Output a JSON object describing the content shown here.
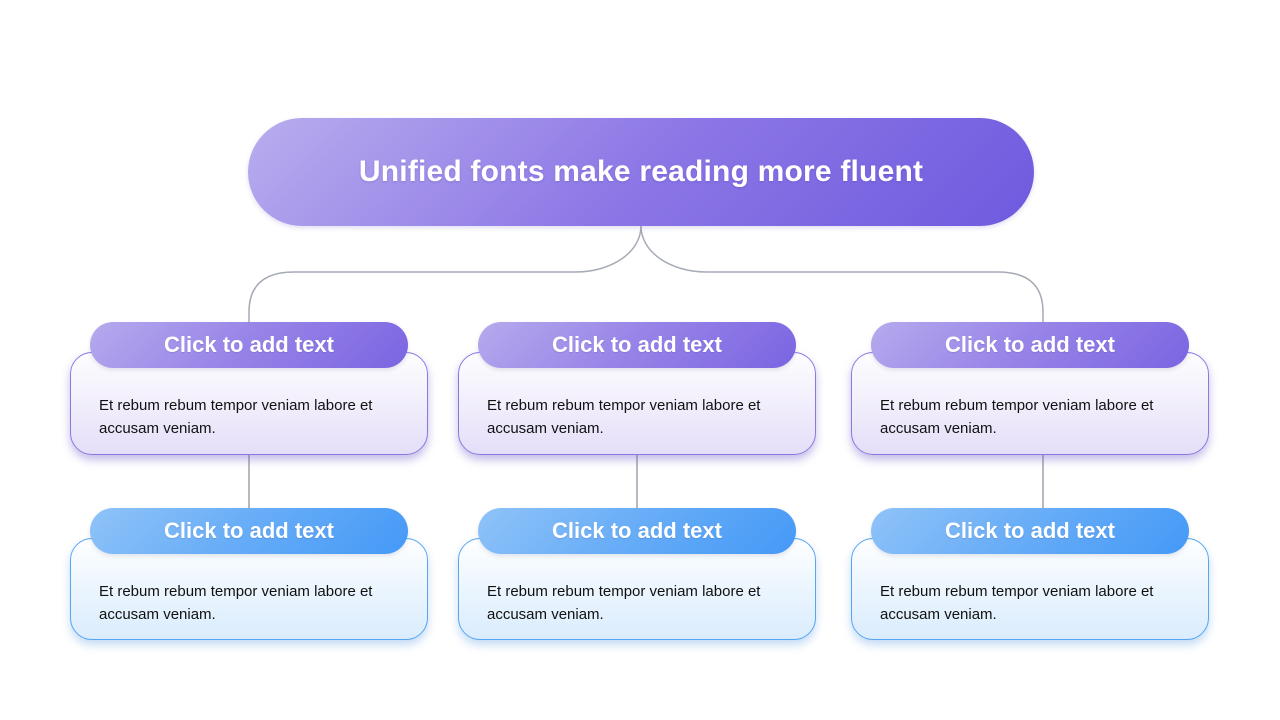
{
  "main_topic": {
    "label": "Unified fonts make reading more fluent"
  },
  "columns": [
    {
      "top": {
        "header": "Click to add text",
        "body": "Et rebum rebum tempor veniam labore et accusam veniam."
      },
      "bottom": {
        "header": "Click to add text",
        "body": "Et rebum rebum tempor veniam labore et accusam veniam."
      }
    },
    {
      "top": {
        "header": "Click to add text",
        "body": "Et rebum rebum tempor veniam labore et accusam veniam."
      },
      "bottom": {
        "header": "Click to add text",
        "body": "Et rebum rebum tempor veniam labore et accusam veniam."
      }
    },
    {
      "top": {
        "header": "Click to add text",
        "body": "Et rebum rebum tempor veniam labore et accusam veniam."
      },
      "bottom": {
        "header": "Click to add text",
        "body": "Et rebum rebum tempor veniam labore et accusam veniam."
      }
    }
  ],
  "colors": {
    "main_pill_gradient_start": "#b9adee",
    "main_pill_gradient_end": "#6e5ade",
    "purple_header_gradient_start": "#b6aaed",
    "purple_header_gradient_end": "#7b64e2",
    "purple_body_bottom": "#e4def8",
    "purple_border": "#8a78e2",
    "blue_header_gradient_start": "#90c3f8",
    "blue_header_gradient_end": "#4499f7",
    "blue_body_bottom": "#daecfd",
    "blue_border": "#55a5f3",
    "connector_line": "#a6abb5",
    "body_text": "#111111",
    "header_text": "#ffffff"
  }
}
